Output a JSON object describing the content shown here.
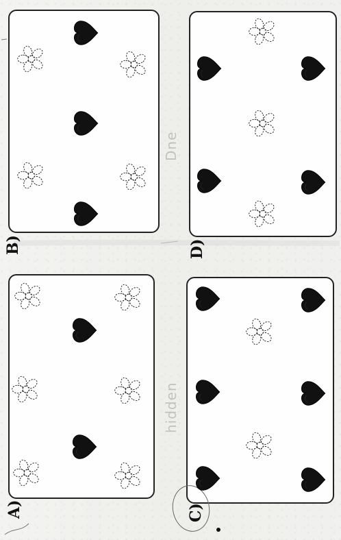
{
  "labels": {
    "a": "A)",
    "b": "B)",
    "c": "C)",
    "d": "D)"
  },
  "icons": {
    "heart": "heart-icon",
    "flower": "flower-icon"
  },
  "colors": {
    "ink": "#111111",
    "paper": "#ffffff",
    "pencil": "#8a8a8a"
  }
}
